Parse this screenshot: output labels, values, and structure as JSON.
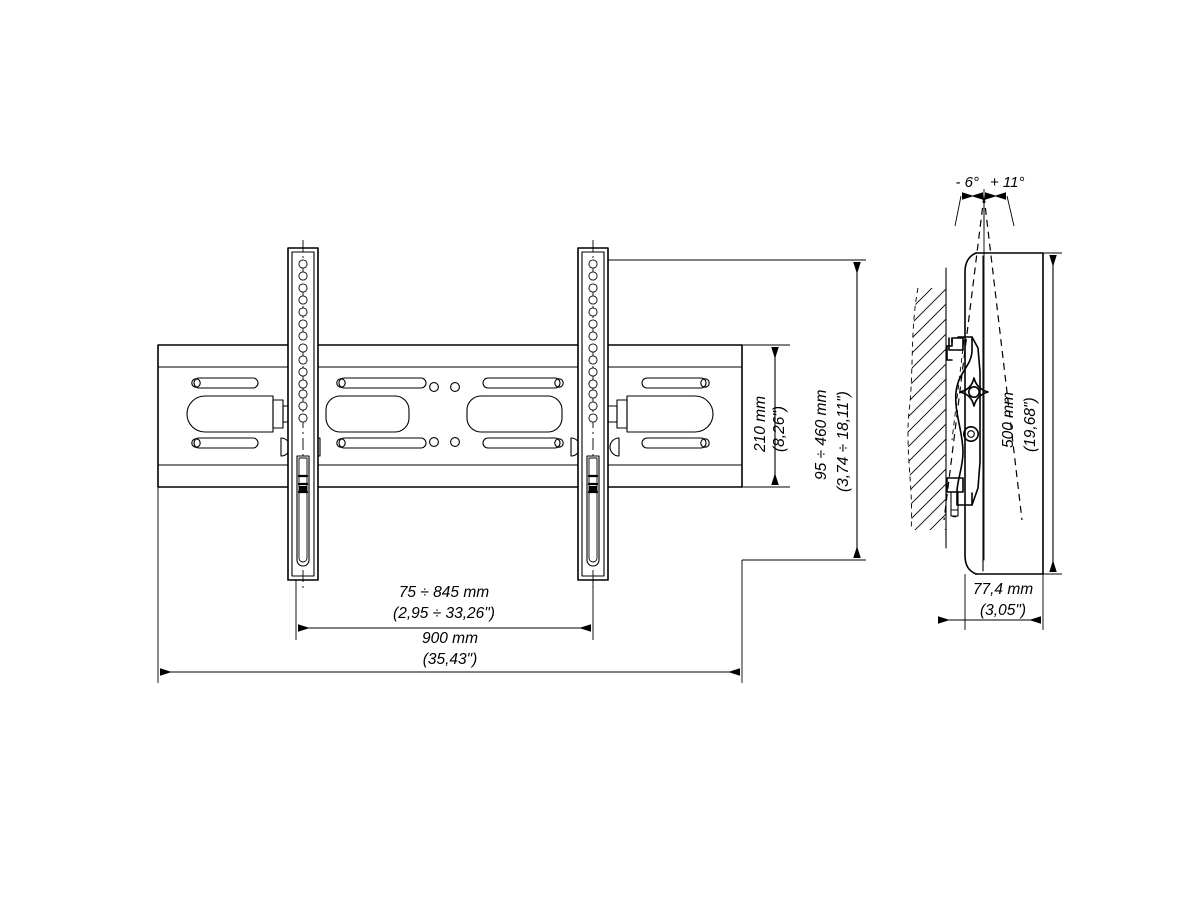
{
  "document": {
    "type": "technical-drawing",
    "subject": "TV wall mount bracket - tilting, dimensioned orthographic views",
    "views": [
      {
        "name": "front-view",
        "label": ""
      },
      {
        "name": "side-view",
        "label": ""
      }
    ],
    "line_color": "#000000",
    "background_color": "#ffffff"
  },
  "front_view": {
    "dimensions": {
      "arm_spacing": {
        "name": "arm-spacing-dimension",
        "metric": "75 ÷ 845 mm",
        "imperial": "(2,95 ÷ 33,26\")"
      },
      "overall_width": {
        "name": "overall-width-dimension",
        "metric": "900 mm",
        "imperial": "(35,43\")"
      },
      "rail_height": {
        "name": "rail-height-dimension",
        "metric": "210 mm",
        "imperial": "(8,26\")"
      },
      "arm_height_range": {
        "name": "arm-height-range-dimension",
        "metric": "95 ÷ 460 mm",
        "imperial": "(3,74 ÷ 18,11\")"
      }
    }
  },
  "side_view": {
    "tilt": {
      "down_angle": "- 6°",
      "up_angle": "+ 11°"
    },
    "dimensions": {
      "panel_height": {
        "name": "panel-height-dimension",
        "metric": "500 mm",
        "imperial": "(19,68\")"
      },
      "depth": {
        "name": "depth-dimension",
        "metric": "77,4 mm",
        "imperial": "(3,05\")"
      }
    }
  }
}
